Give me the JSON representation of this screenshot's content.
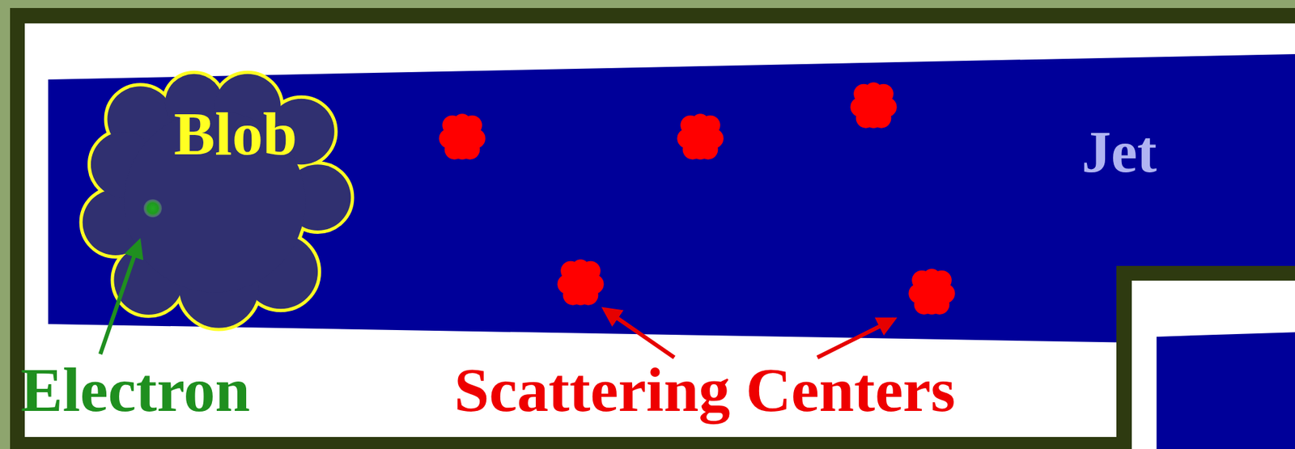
{
  "diagram": {
    "nodes": [
      {
        "text": [
          "Jet"
        ]
      },
      {
        "text": [
          "Blob"
        ],
        "in": 0
      }
    ],
    "labels": [
      "Electron",
      "Scattering Centers"
    ]
  }
}
